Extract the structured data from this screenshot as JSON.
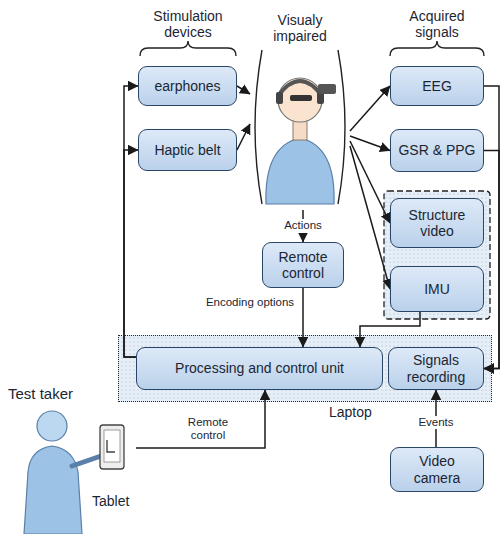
{
  "diagram": {
    "nodes": [
      {
        "text": [
          "earphones"
        ]
      },
      {
        "text": [
          "Haptic belt"
        ]
      },
      {
        "text": [
          "Visualy impaired"
        ]
      },
      {
        "text": [
          "EEG"
        ]
      },
      {
        "text": [
          "GSR & PPG"
        ]
      },
      {
        "text": [
          "Structure video"
        ]
      },
      {
        "text": [
          "IMU"
        ]
      },
      {
        "text": [
          "Remote control"
        ]
      },
      {
        "text": [
          "Laptop"
        ]
      },
      {
        "text": [
          "Processing and control unit"
        ],
        "in": 8
      },
      {
        "text": [
          "Signals recording"
        ],
        "in": 8
      },
      {
        "text": [
          "Video camera"
        ]
      },
      {
        "text": [
          "Test taker",
          "Tablet"
        ]
      }
    ],
    "edges": [
      {
        "from": 9,
        "to": 0,
        "arrow": "to"
      },
      {
        "from": 9,
        "to": 1,
        "arrow": "to"
      },
      {
        "from": 0,
        "to": 2,
        "arrow": "to"
      },
      {
        "from": 1,
        "to": 2,
        "arrow": "to"
      },
      {
        "from": 2,
        "to": 3,
        "arrow": "to"
      },
      {
        "from": 2,
        "to": 4,
        "arrow": "to"
      },
      {
        "from": 2,
        "to": 5,
        "arrow": "to"
      },
      {
        "from": 2,
        "to": 6,
        "arrow": "to"
      },
      {
        "from": 2,
        "to": 7,
        "label": "Actions",
        "arrow": "to"
      },
      {
        "from": 7,
        "to": 9,
        "label": "Encoding options",
        "arrow": "to"
      },
      {
        "from": 6,
        "to": 9,
        "arrow": "to"
      },
      {
        "from": 3,
        "to": 10,
        "arrow": "to"
      },
      {
        "from": 4,
        "to": 10,
        "arrow": "to"
      },
      {
        "from": 11,
        "to": 10,
        "label": "Events",
        "arrow": "to"
      },
      {
        "from": 12,
        "to": 9,
        "label": "Remote control",
        "arrow": "to"
      }
    ],
    "labels": [
      "Stimulation devices",
      "Acquired signals"
    ]
  }
}
